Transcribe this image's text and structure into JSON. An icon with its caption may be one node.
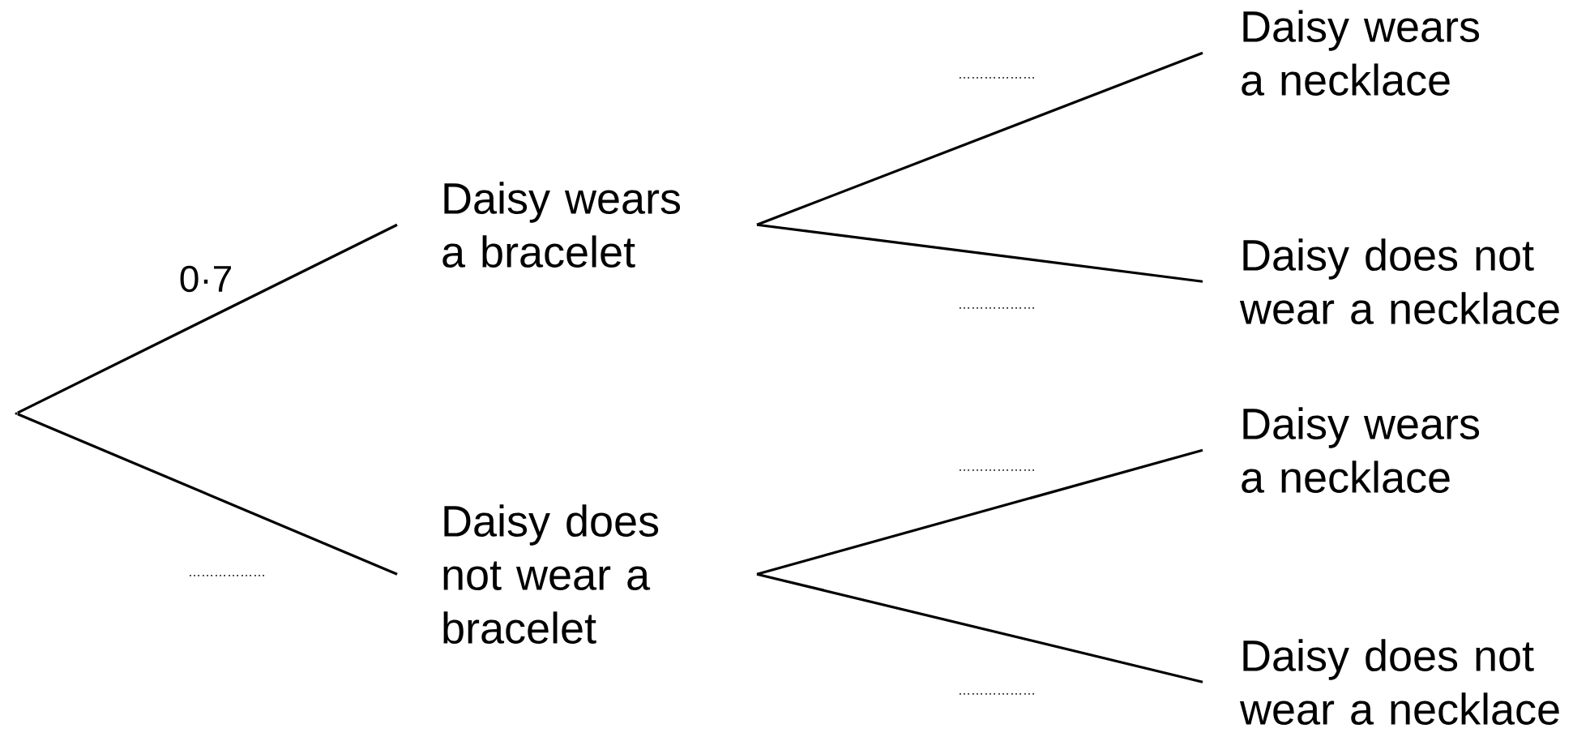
{
  "diagram": {
    "nodes": [
      {
        "text": [],
        "shape": "point"
      },
      {
        "text": [
          "Daisy wears a bracelet"
        ]
      },
      {
        "text": [
          "Daisy does not wear a bracelet"
        ]
      },
      {
        "text": [
          "Daisy wears a necklace"
        ]
      },
      {
        "text": [
          "Daisy does not wear a necklace"
        ]
      },
      {
        "text": [
          "Daisy wears a necklace"
        ]
      },
      {
        "text": [
          "Daisy does not wear a necklace"
        ]
      }
    ],
    "edges": [
      {
        "from": 0,
        "to": 1,
        "arrow": "none",
        "label": "0·7"
      },
      {
        "from": 0,
        "to": 2,
        "arrow": "none",
        "label": "………………"
      },
      {
        "from": 1,
        "to": 3,
        "arrow": "none",
        "label": "………………"
      },
      {
        "from": 1,
        "to": 4,
        "arrow": "none",
        "label": "………………"
      },
      {
        "from": 2,
        "to": 5,
        "arrow": "none",
        "label": "………………"
      },
      {
        "from": 2,
        "to": 6,
        "arrow": "none",
        "label": "………………"
      }
    ]
  }
}
